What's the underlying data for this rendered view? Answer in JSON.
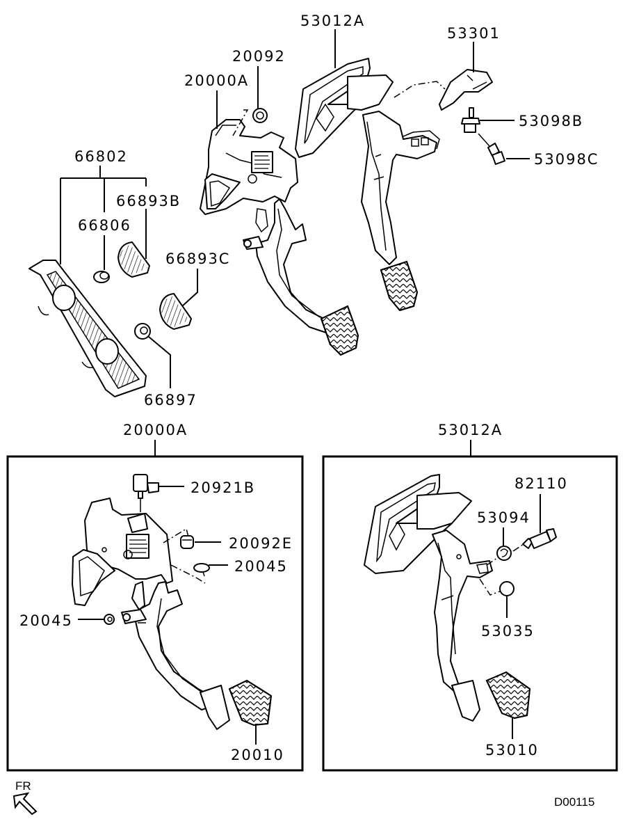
{
  "diagram": {
    "type": "exploded-parts-diagram",
    "subject": "pedal assembly",
    "drawing_id": "D00115",
    "direction_indicator": {
      "label": "FR",
      "icon": "front-arrow-icon"
    },
    "main_view": {
      "callouts": [
        {
          "id": "c-53012A",
          "label": "53012A",
          "part": "brake pedal assembly"
        },
        {
          "id": "c-53301",
          "label": "53301",
          "part": "bracket"
        },
        {
          "id": "c-53098B",
          "label": "53098B",
          "part": "bolt"
        },
        {
          "id": "c-53098C",
          "label": "53098C",
          "part": "bolt"
        },
        {
          "id": "c-20092",
          "label": "20092",
          "part": "nut"
        },
        {
          "id": "c-20000A",
          "label": "20000A",
          "part": "clutch pedal assembly"
        },
        {
          "id": "c-66802",
          "label": "66802",
          "part": "accelerator pedal pad assembly"
        },
        {
          "id": "c-66893B",
          "label": "66893B",
          "part": "pedal stopper"
        },
        {
          "id": "c-66806",
          "label": "66806",
          "part": "plug"
        },
        {
          "id": "c-66893C",
          "label": "66893C",
          "part": "pedal stopper"
        },
        {
          "id": "c-66897",
          "label": "66897",
          "part": "nut"
        }
      ]
    },
    "detail_boxes": [
      {
        "title": "20000A",
        "callouts": [
          {
            "id": "c-20921B",
            "label": "20921B",
            "part": "switch"
          },
          {
            "id": "c-20092E",
            "label": "20092E",
            "part": "nut"
          },
          {
            "id": "c-20045a",
            "label": "20045",
            "part": "bushing"
          },
          {
            "id": "c-20045b",
            "label": "20045",
            "part": "bushing"
          },
          {
            "id": "c-20010",
            "label": "20010",
            "part": "pedal pad"
          }
        ]
      },
      {
        "title": "53012A",
        "callouts": [
          {
            "id": "c-82110",
            "label": "82110",
            "part": "stop lamp switch"
          },
          {
            "id": "c-53094",
            "label": "53094",
            "part": "switch retainer"
          },
          {
            "id": "c-53035",
            "label": "53035",
            "part": "stopper"
          },
          {
            "id": "c-53010",
            "label": "53010",
            "part": "pedal pad"
          }
        ]
      }
    ]
  }
}
